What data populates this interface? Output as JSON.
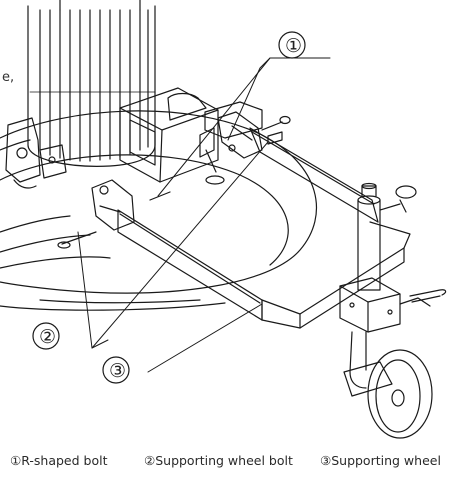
{
  "figure": {
    "stray_text": "e,",
    "callouts": [
      {
        "symbol": "①"
      },
      {
        "symbol": "②"
      },
      {
        "symbol": "③"
      }
    ],
    "captions": [
      {
        "text": "①R-shaped bolt"
      },
      {
        "text": "②Supporting wheel bolt"
      },
      {
        "text": "③Supporting wheel"
      }
    ]
  }
}
